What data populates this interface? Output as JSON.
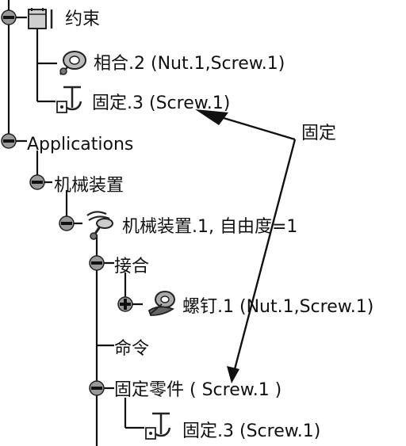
{
  "tree": {
    "constraints": {
      "label": "约束"
    },
    "mate": {
      "label": "相合.2 (Nut.1,Screw.1)"
    },
    "fix_1": {
      "label": "固定.3 (Screw.1)"
    },
    "applications": {
      "label": "Applications"
    },
    "mechanisms": {
      "label": "机械装置"
    },
    "mechanism_1": {
      "label": "机械装置.1, 自由度=1"
    },
    "joints": {
      "label": "接合"
    },
    "screw_joint": {
      "label": "螺钉.1 (Nut.1,Screw.1)"
    },
    "commands": {
      "label": "命令"
    },
    "fixed_part": {
      "label": "固定零件 ( Screw.1 )"
    },
    "fix_2": {
      "label": "固定.3 (Screw.1)"
    }
  },
  "annotation": {
    "label": "固定"
  },
  "icons": {
    "constraints": "constraint-set-icon",
    "mate": "coincidence-constraint-icon",
    "fix": "anchor-fix-icon",
    "mechanism": "mechanism-icon",
    "screw_joint": "screw-joint-icon",
    "expand": "plus-node-icon",
    "collapse": "minus-node-icon"
  }
}
